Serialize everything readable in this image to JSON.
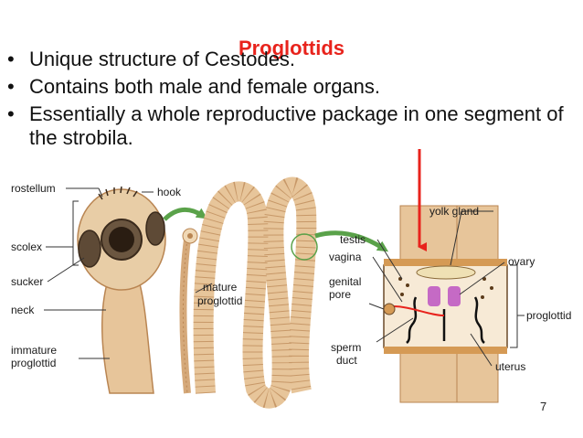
{
  "slide": {
    "title": "Proglottids",
    "bullets": [
      "Unique structure of Cestodes.",
      "Contains both male and female organs.",
      "Essentially a whole reproductive package in one segment of the strobila."
    ],
    "bullet_symbol": "•",
    "slide_number": "7"
  },
  "diagram": {
    "labels": {
      "rostellum": "rostellum",
      "hook": "hook",
      "scolex": "scolex",
      "sucker": "sucker",
      "neck": "neck",
      "immature_line1": "immature",
      "immature_line2": "proglottid",
      "mature_line1": "mature",
      "mature_line2": "proglottid",
      "yolk_gland": "yolk gland",
      "testis": "testis",
      "vagina": "vagina",
      "genital_line1": "genital",
      "genital_line2": "pore",
      "sperm_line1": "sperm",
      "sperm_line2": "duct",
      "ovary": "ovary",
      "proglottid": "proglottid",
      "uterus": "uterus"
    },
    "colors": {
      "title_red": "#e8231c",
      "arrow_red": "#e8231c",
      "tissue_tan": "#e7c59a",
      "tissue_dark": "#b98552",
      "green_arrow": "#5aa24a"
    }
  }
}
